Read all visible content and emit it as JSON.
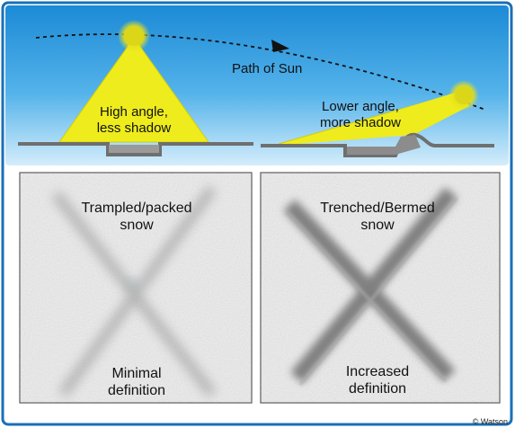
{
  "sun_path_label": "Path of Sun",
  "high_sun_label": [
    "High angle,",
    "less shadow"
  ],
  "low_sun_label": [
    "Lower angle,",
    "more shadow"
  ],
  "left_panel": {
    "top_label": [
      "Trampled/packed",
      "snow"
    ],
    "bottom_label": [
      "Minimal",
      "definition"
    ]
  },
  "right_panel": {
    "top_label": [
      "Trenched/Bermed",
      "snow"
    ],
    "bottom_label": [
      "Increased",
      "definition"
    ]
  },
  "copyright": "© Watson",
  "colors": {
    "sky_top": "#1f8fd8",
    "sky_bottom": "#cfeaf9",
    "sun_yellow": "#e8e51a",
    "light_beam": "#f2f020",
    "snow_panel": "#f2f2f2",
    "ground": "#777777"
  }
}
